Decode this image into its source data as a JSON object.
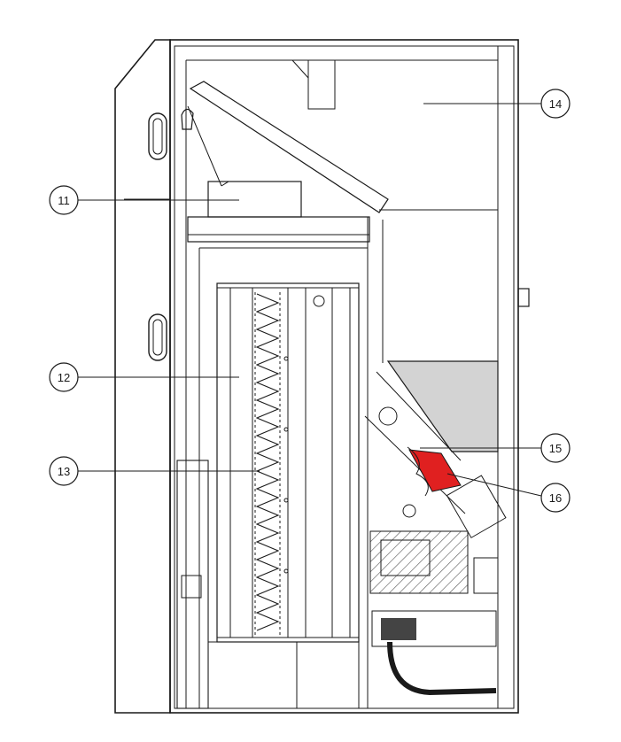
{
  "diagram": {
    "callouts": [
      {
        "label": "11"
      },
      {
        "label": "12"
      },
      {
        "label": "13"
      },
      {
        "label": "14"
      },
      {
        "label": "15"
      },
      {
        "label": "16"
      }
    ]
  },
  "colors": {
    "line": "#1a1a1a",
    "hopper_fill": "#d3d3d3",
    "auger_highlight": "#e02020",
    "hatch": "#555555"
  }
}
